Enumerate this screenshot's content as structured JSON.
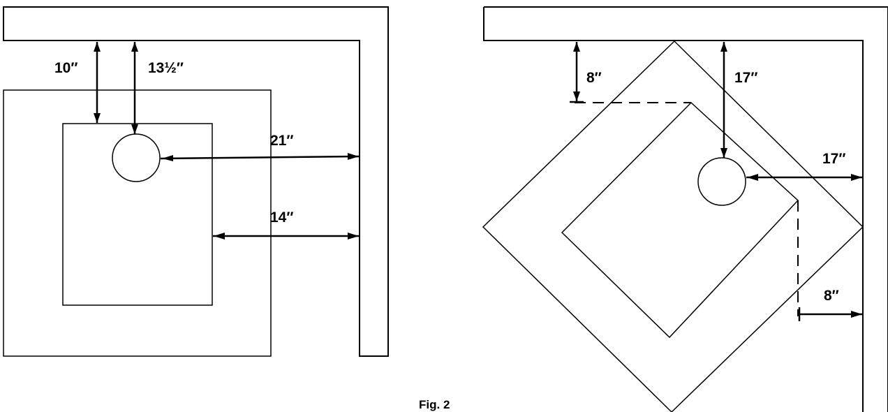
{
  "figure": {
    "caption": "Fig. 2"
  },
  "left_diagram": {
    "dimensions": {
      "rear_to_stove": "10″",
      "rear_to_flue": "13½″",
      "side_to_flue": "21″",
      "side_to_stove": "14″"
    }
  },
  "right_diagram": {
    "dimensions": {
      "rear_to_corner_stove": "8″",
      "rear_to_flue": "17″",
      "side_to_flue": "17″",
      "side_to_corner_stove": "8″"
    }
  },
  "colors": {
    "line": "#000000",
    "background": "#ffffff"
  }
}
